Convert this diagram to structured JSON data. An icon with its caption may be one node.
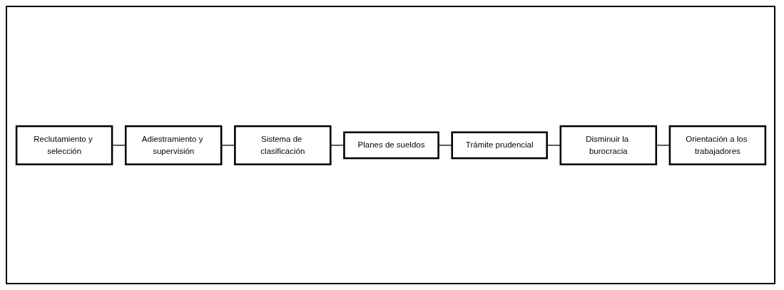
{
  "diagram": {
    "nodes": [
      {
        "text": [
          "Reclutamiento y selección"
        ]
      },
      {
        "text": [
          "Adiestramiento y supervisión"
        ]
      },
      {
        "text": [
          "Sistema de clasificación"
        ]
      },
      {
        "text": [
          "Planes de sueldos"
        ]
      },
      {
        "text": [
          "Trámite prudencial"
        ]
      },
      {
        "text": [
          "Disminuir la burocracia"
        ]
      },
      {
        "text": [
          "Orientación a los trabajadores"
        ]
      }
    ],
    "edges": [
      {
        "from": 0,
        "to": 1,
        "arrow": "none"
      },
      {
        "from": 1,
        "to": 2,
        "arrow": "none"
      },
      {
        "from": 2,
        "to": 3,
        "arrow": "none"
      },
      {
        "from": 3,
        "to": 4,
        "arrow": "none"
      },
      {
        "from": 4,
        "to": 5,
        "arrow": "none"
      },
      {
        "from": 5,
        "to": 6,
        "arrow": "none"
      }
    ]
  }
}
